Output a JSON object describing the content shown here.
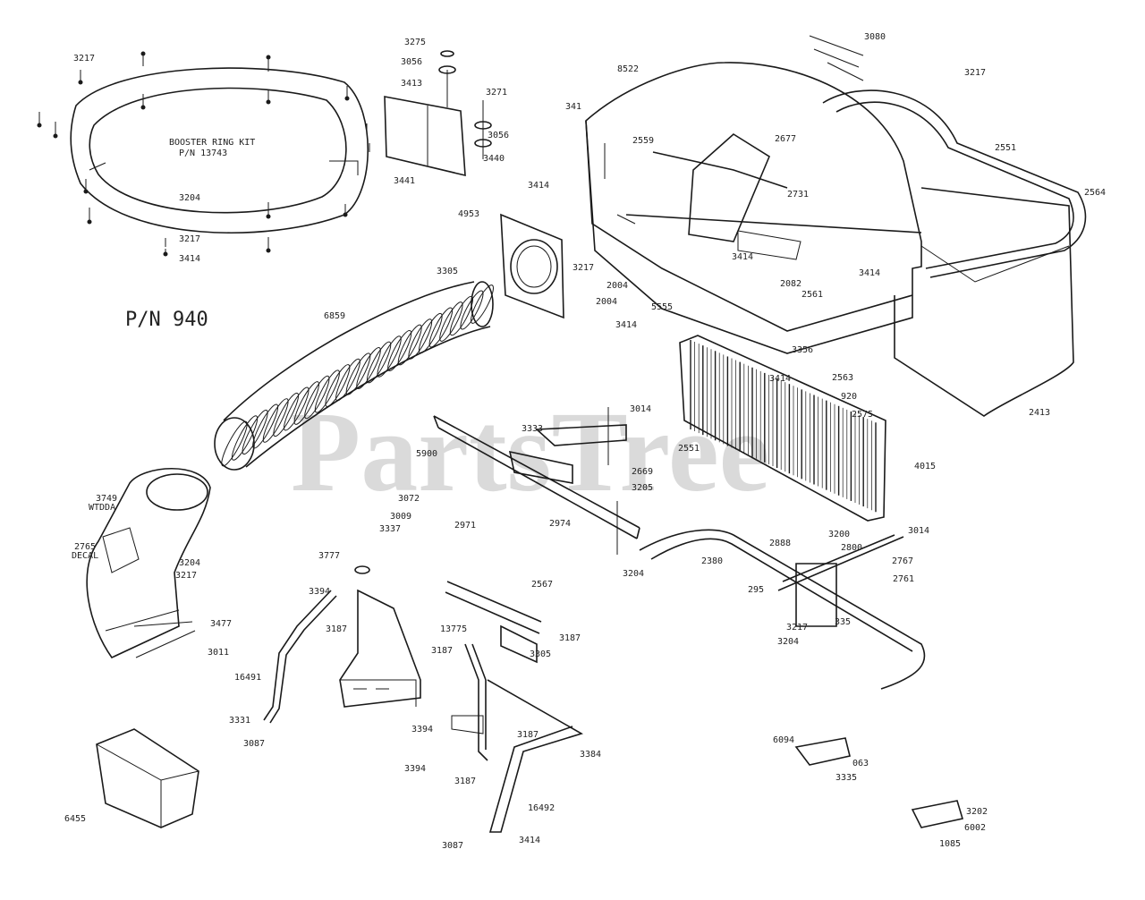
{
  "watermark": "PartsTree",
  "pn_label": "P/N 940",
  "kit_label": [
    "BOOSTER RING KIT",
    "P/N 13743"
  ],
  "callouts": [
    {
      "id": "c01",
      "text": "3275"
    },
    {
      "id": "c02",
      "text": "3056"
    },
    {
      "id": "c03",
      "text": "3413"
    },
    {
      "id": "c04",
      "text": "3271"
    },
    {
      "id": "c05",
      "text": "3056"
    },
    {
      "id": "c06",
      "text": "3440"
    },
    {
      "id": "c07",
      "text": "3441"
    },
    {
      "id": "c08",
      "text": "3217"
    },
    {
      "id": "c09",
      "text": "3204"
    },
    {
      "id": "c10",
      "text": "3217"
    },
    {
      "id": "c11",
      "text": "3414"
    },
    {
      "id": "c12",
      "text": "4953"
    },
    {
      "id": "c13",
      "text": "3305"
    },
    {
      "id": "c14",
      "text": "6859"
    },
    {
      "id": "c15",
      "text": "3080"
    },
    {
      "id": "c16",
      "text": "8522"
    },
    {
      "id": "c17",
      "text": "3217"
    },
    {
      "id": "c18",
      "text": "341"
    },
    {
      "id": "c19",
      "text": "2559"
    },
    {
      "id": "c20",
      "text": "2677"
    },
    {
      "id": "c21",
      "text": "2551"
    },
    {
      "id": "c22",
      "text": "3414"
    },
    {
      "id": "c23",
      "text": "2731"
    },
    {
      "id": "c24",
      "text": "3217"
    },
    {
      "id": "c25",
      "text": "2564"
    },
    {
      "id": "c26",
      "text": "2004"
    },
    {
      "id": "c27",
      "text": "2004"
    },
    {
      "id": "c28",
      "text": "5555"
    },
    {
      "id": "c29",
      "text": "3414"
    },
    {
      "id": "c30",
      "text": "2082"
    },
    {
      "id": "c31",
      "text": "2561"
    },
    {
      "id": "c32",
      "text": "3414"
    },
    {
      "id": "c33",
      "text": "3414"
    },
    {
      "id": "c34",
      "text": "3356"
    },
    {
      "id": "c35",
      "text": "2563"
    },
    {
      "id": "c36",
      "text": "3414"
    },
    {
      "id": "c37",
      "text": "2413"
    },
    {
      "id": "c38",
      "text": "920"
    },
    {
      "id": "c39",
      "text": "2575"
    },
    {
      "id": "c40",
      "text": "4015"
    },
    {
      "id": "c41",
      "text": "3014"
    },
    {
      "id": "c42",
      "text": "3333"
    },
    {
      "id": "c43",
      "text": "5900"
    },
    {
      "id": "c44",
      "text": "2551"
    },
    {
      "id": "c45",
      "text": "2669"
    },
    {
      "id": "c46",
      "text": "3205"
    },
    {
      "id": "c47",
      "text": "3072"
    },
    {
      "id": "c48",
      "text": "3009"
    },
    {
      "id": "c49",
      "text": "3337"
    },
    {
      "id": "c50",
      "text": "2971"
    },
    {
      "id": "c51",
      "text": "2974"
    },
    {
      "id": "c52",
      "text": "3204"
    },
    {
      "id": "c53",
      "text": "2380"
    },
    {
      "id": "c54",
      "text": "2888"
    },
    {
      "id": "c55",
      "text": "3200"
    },
    {
      "id": "c56",
      "text": "2800"
    },
    {
      "id": "c57",
      "text": "3014"
    },
    {
      "id": "c58",
      "text": "2767"
    },
    {
      "id": "c59",
      "text": "2761"
    },
    {
      "id": "c60",
      "text": "295"
    },
    {
      "id": "c61",
      "text": "3217"
    },
    {
      "id": "c62",
      "text": "3204"
    },
    {
      "id": "c63",
      "text": "335"
    },
    {
      "id": "c64",
      "text": "3749"
    },
    {
      "id": "c65",
      "text": "WTDDA"
    },
    {
      "id": "c66",
      "text": "2765"
    },
    {
      "id": "c67",
      "text": "DECAL"
    },
    {
      "id": "c68",
      "text": "3204"
    },
    {
      "id": "c69",
      "text": "3217"
    },
    {
      "id": "c70",
      "text": "3477"
    },
    {
      "id": "c71",
      "text": "3011"
    },
    {
      "id": "c72",
      "text": "3777"
    },
    {
      "id": "c73",
      "text": "3394"
    },
    {
      "id": "c74",
      "text": "3187"
    },
    {
      "id": "c75",
      "text": "16491"
    },
    {
      "id": "c76",
      "text": "3331"
    },
    {
      "id": "c77",
      "text": "3087"
    },
    {
      "id": "c78",
      "text": "2567"
    },
    {
      "id": "c79",
      "text": "3187"
    },
    {
      "id": "c80",
      "text": "3305"
    },
    {
      "id": "c81",
      "text": "13775"
    },
    {
      "id": "c82",
      "text": "3187"
    },
    {
      "id": "c83",
      "text": "3394"
    },
    {
      "id": "c84",
      "text": "3394"
    },
    {
      "id": "c85",
      "text": "3187"
    },
    {
      "id": "c86",
      "text": "3187"
    },
    {
      "id": "c87",
      "text": "3384"
    },
    {
      "id": "c88",
      "text": "16492"
    },
    {
      "id": "c89",
      "text": "3087"
    },
    {
      "id": "c90",
      "text": "3414"
    },
    {
      "id": "c91",
      "text": "6455"
    },
    {
      "id": "c92",
      "text": "6094"
    },
    {
      "id": "c93",
      "text": "063"
    },
    {
      "id": "c94",
      "text": "3335"
    },
    {
      "id": "c95",
      "text": "3202"
    },
    {
      "id": "c96",
      "text": "6002"
    },
    {
      "id": "c97",
      "text": "1085"
    }
  ]
}
